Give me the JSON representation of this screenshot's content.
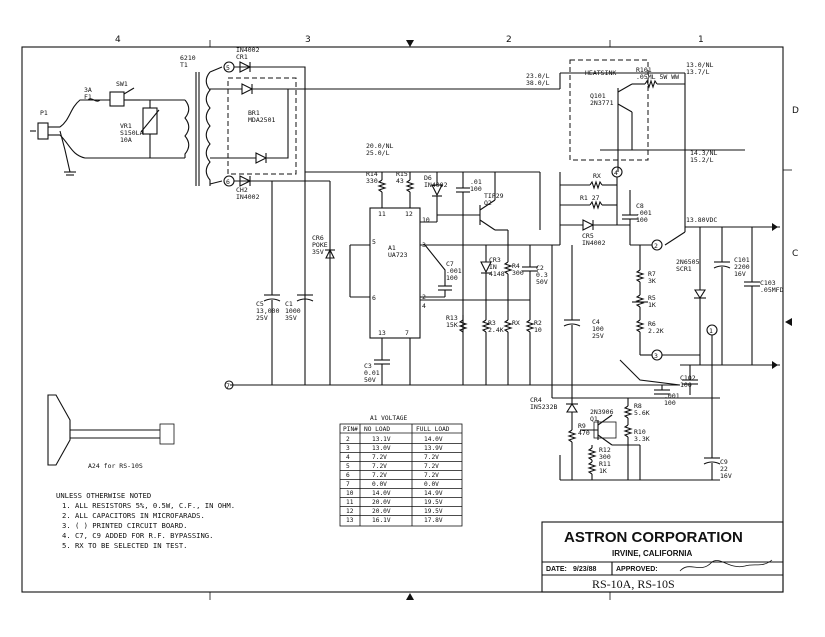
{
  "title_block": {
    "company": "ASTRON CORPORATION",
    "location": "IRVINE,   CALIFORNIA",
    "date_label": "DATE:",
    "date_value": "9/23/88",
    "approved_label": "APPROVED:",
    "model": "RS-10A, RS-10S"
  },
  "grid_labels": [
    "4",
    "3",
    "2",
    "1"
  ],
  "side_labels": [
    "D",
    "C"
  ],
  "notes": {
    "header": "UNLESS OTHERWISE NOTED",
    "items": [
      "1.  ALL RESISTORS 5%, 0.5W, C.F., IN OHM.",
      "2.  ALL CAPACITORS IN MICROFARADS.",
      "3.  ( ) PRINTED CIRCUIT BOARD.",
      "4.  C7, C9 ADDED FOR R.F. BYPASSING.",
      "5.  RX TO BE SELECTED IN TEST."
    ]
  },
  "voltage_table": {
    "title": "A1 VOLTAGE",
    "headers": [
      "PIN#",
      "NO LOAD",
      "FULL LOAD"
    ],
    "rows": [
      [
        "2",
        "13.1V",
        "14.0V"
      ],
      [
        "3",
        "13.0V",
        "13.9V"
      ],
      [
        "4",
        "7.2V",
        "7.2V"
      ],
      [
        "5",
        "7.2V",
        "7.2V"
      ],
      [
        "6",
        "7.2V",
        "7.2V"
      ],
      [
        "7",
        "0.0V",
        "0.0V"
      ],
      [
        "10",
        "14.0V",
        "14.9V"
      ],
      [
        "11",
        "20.0V",
        "19.5V"
      ],
      [
        "12",
        "20.0V",
        "19.5V"
      ],
      [
        "13",
        "16.1V",
        "17.8V"
      ]
    ]
  },
  "components": {
    "p1": "P1",
    "f1": "3A\nF1",
    "sw1": "SW1",
    "vr1": "VR1\nS150LA\n10A",
    "t1": "6210\nT1",
    "cr1": "IN4002\nCR1",
    "br1": "BR1\nMDA2501",
    "cr2": "CH2\nIN4002",
    "c5": "C5\n13,000\n25V",
    "c1": "C1\n1000\n35V",
    "cr6": "CR6\nPOKE\n35V",
    "a1": "A1\nUA723",
    "r14": "R14\n330",
    "r15": "R15\n43",
    "d6": "D6\nIN4002",
    "c_01": ".01\n100",
    "q2": "TIP29\nQ2",
    "c7": "C7\n.001\n100",
    "cr3": "CR3\nIN\n4148",
    "r4": "R4\n300",
    "c2": "C2\n0.3\n50V",
    "r13": "R13\n15K",
    "r3": "R3\n2.4K",
    "rx1": "RX",
    "r2": "R2\n10",
    "c4": "C4\n100\n25V",
    "c3": "C3\n0.01\n50V",
    "heatsink": "HEATSINK",
    "q101": "Q101\n2N3771",
    "r101": "R101\n.05ML 5W WW",
    "rx2": "RX",
    "r1": "R1  27",
    "cr5": "CR5\nIN4002",
    "c8": "C8\n.001\n100",
    "r7": "R7\n3K",
    "r5": "R5\n1K",
    "r6": "R6\n2.2K",
    "c101": "C101\n2200\n16V",
    "c103": "C103\n.05MFD",
    "scr1": "2N6505\nSCR1",
    "c102": "C102\n100",
    "c_001": ".001\n100",
    "cr4": "CR4\nIN5232B",
    "r9": "R9\n470",
    "q1": "2N3906\nQ1",
    "r8": "R8\n5.6K",
    "r10": "R10\n3.3K",
    "r12": "R12\n300",
    "r11": "R11\n1K",
    "c9": "C9\n22\n16V",
    "voltage_top_left": "23.0/L\n38.0/L",
    "voltage_top_right": "13.0/NL\n13.7/L",
    "voltage_mid": "20.0/NL\n25.0/L",
    "voltage_right": "14.3/NL\n15.2/L",
    "output": "13.80VDC",
    "a_line": "A24 for RS-10S"
  }
}
